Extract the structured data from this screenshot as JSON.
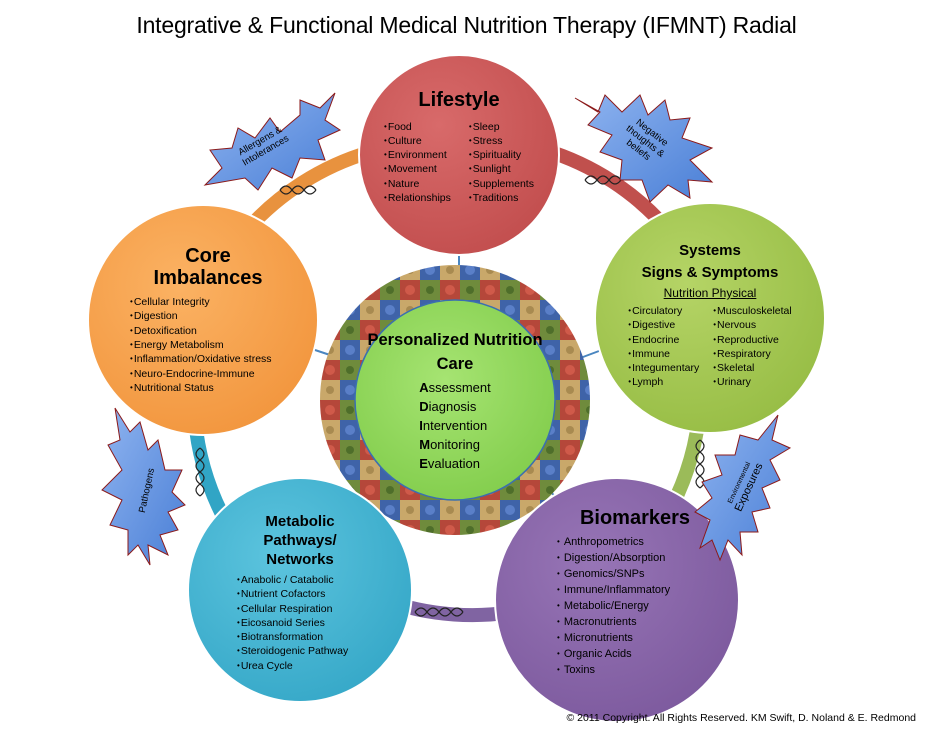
{
  "title": "Integrative & Functional Medical Nutrition Therapy (IFMNT) Radial",
  "copyright": "© 2011 Copyright.  All Rights Reserved. KM Swift, D. Noland & E. Redmond",
  "colors": {
    "lifestyle": "#cd5a5a",
    "core": "#f8a452",
    "systems": "#a7c855",
    "biomarkers": "#8c67ad",
    "metabolic": "#4db9d6",
    "center": "#94dc5e",
    "burst": "#5b8fdc",
    "burst_outline": "#8b1a1a",
    "connector": "#4a86c0"
  },
  "center": {
    "title": "Personalized Nutrition Care",
    "steps": [
      {
        "initial": "A",
        "rest": "ssessment"
      },
      {
        "initial": "D",
        "rest": "iagnosis"
      },
      {
        "initial": "I",
        "rest": "ntervention"
      },
      {
        "initial": "M",
        "rest": "onitoring"
      },
      {
        "initial": "E",
        "rest": "valuation"
      }
    ]
  },
  "lifestyle": {
    "title": "Lifestyle",
    "col1": [
      "Food",
      "Culture",
      "Environment",
      "Movement",
      "Nature",
      "Relationships"
    ],
    "col2": [
      "Sleep",
      "Stress",
      "Spirituality",
      "Sunlight",
      "Supplements",
      "Traditions"
    ]
  },
  "core": {
    "title_line1": "Core",
    "title_line2": "Imbalances",
    "items": [
      "Cellular Integrity",
      "Digestion",
      "Detoxification",
      "Energy Metabolism",
      "Inflammation/Oxidative stress",
      "Neuro-Endocrine-Immune",
      "Nutritional Status"
    ]
  },
  "systems": {
    "title_line1": "Systems",
    "title_line2": "Signs & Symptoms",
    "subtitle": "Nutrition Physical",
    "col1": [
      "Circulatory",
      "Digestive",
      "Endocrine",
      "Immune",
      "Integumentary",
      "Lymph"
    ],
    "col2": [
      "Musculoskeletal",
      "Nervous",
      "Reproductive",
      "Respiratory",
      "Skeletal",
      "Urinary"
    ]
  },
  "metabolic": {
    "title_line1": "Metabolic",
    "title_line2": "Pathways/",
    "title_line3": "Networks",
    "items": [
      "Anabolic / Catabolic",
      "Nutrient Cofactors",
      "Cellular Respiration",
      "Eicosanoid Series",
      "Biotransformation",
      "Steroidogenic  Pathway",
      "Urea Cycle"
    ]
  },
  "biomarkers": {
    "title": "Biomarkers",
    "items": [
      "Anthropometrics",
      "Digestion/Absorption",
      "Genomics/SNPs",
      "Immune/Inflammatory",
      "Metabolic/Energy",
      "Macronutrients",
      "Micronutrients",
      "Organic Acids",
      "Toxins"
    ]
  },
  "bursts": {
    "allergens_line1": "Allergens &",
    "allergens_line2": "Intolerances",
    "negative_line1": "Negative",
    "negative_line2": "thoughts &",
    "negative_line3": "beliefs",
    "pathogens": "Pathogens",
    "env_line1": "Environmental",
    "env_line2": "Exposures"
  }
}
